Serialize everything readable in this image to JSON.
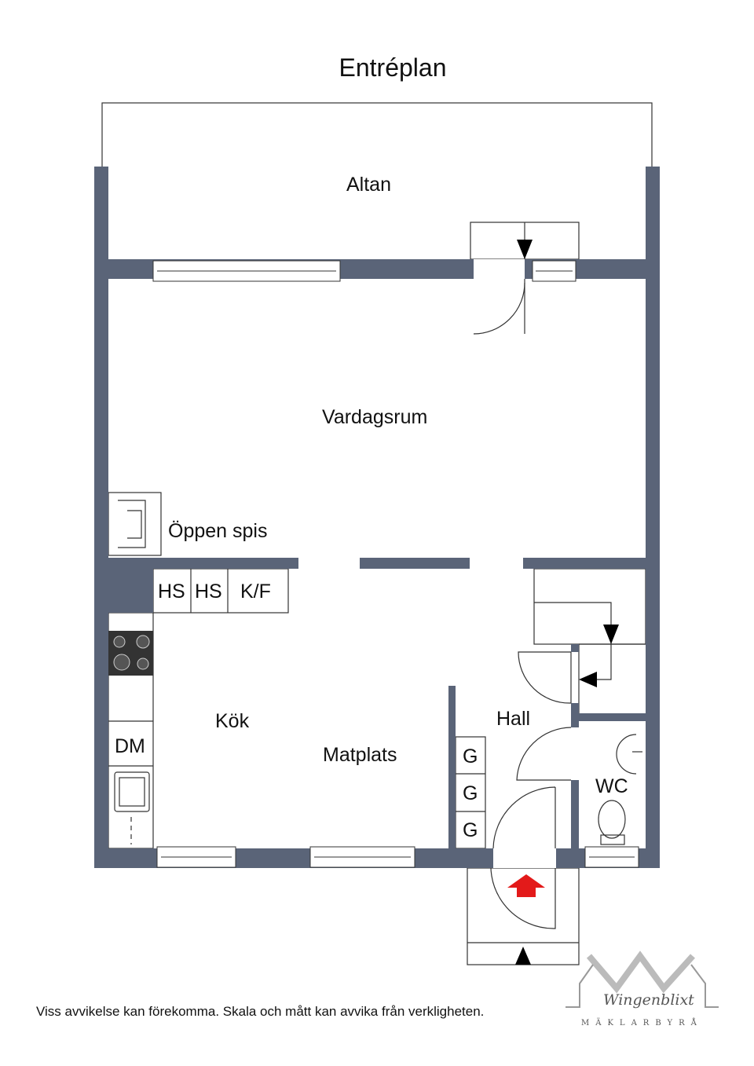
{
  "title": "Entréplan",
  "rooms": {
    "altan": "Altan",
    "vardagsrum": "Vardagsrum",
    "oppen_spis": "Öppen spis",
    "kok": "Kök",
    "matplats": "Matplats",
    "hall": "Hall",
    "wc": "WC"
  },
  "fixtures": {
    "hs1": "HS",
    "hs2": "HS",
    "kf": "K/F",
    "dm": "DM",
    "g1": "G",
    "g2": "G",
    "g3": "G"
  },
  "disclaimer": "Viss avvikelse kan förekomma. Skala och mått kan avvika från verkligheten.",
  "logo": {
    "name": "Wingenblixt",
    "subtitle": "MÄKLARBYRÅ"
  },
  "colors": {
    "wall": "#5a6478",
    "entrance_arrow": "#e31a1a"
  }
}
